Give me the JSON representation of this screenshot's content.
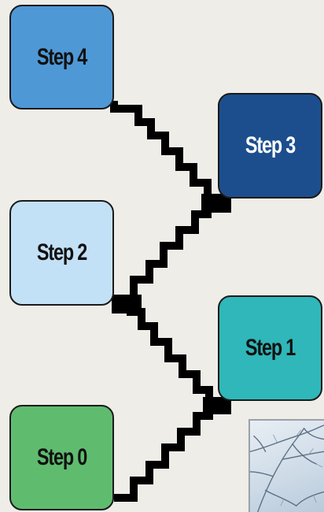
{
  "steps": [
    {
      "id": "step0",
      "label": "Step 0",
      "color": "#5fbc6f",
      "text_color": "#111111"
    },
    {
      "id": "step1",
      "label": "Step 1",
      "color": "#2fb7b9",
      "text_color": "#111111"
    },
    {
      "id": "step2",
      "label": "Step 2",
      "color": "#c3e1f6",
      "text_color": "#111111"
    },
    {
      "id": "step3",
      "label": "Step 3",
      "color": "#1c4e8e",
      "text_color": "#ffffff"
    },
    {
      "id": "step4",
      "label": "Step 4",
      "color": "#4f98d6",
      "text_color": "#111111"
    }
  ],
  "connector_color": "#000000",
  "background_color": "#efede8"
}
